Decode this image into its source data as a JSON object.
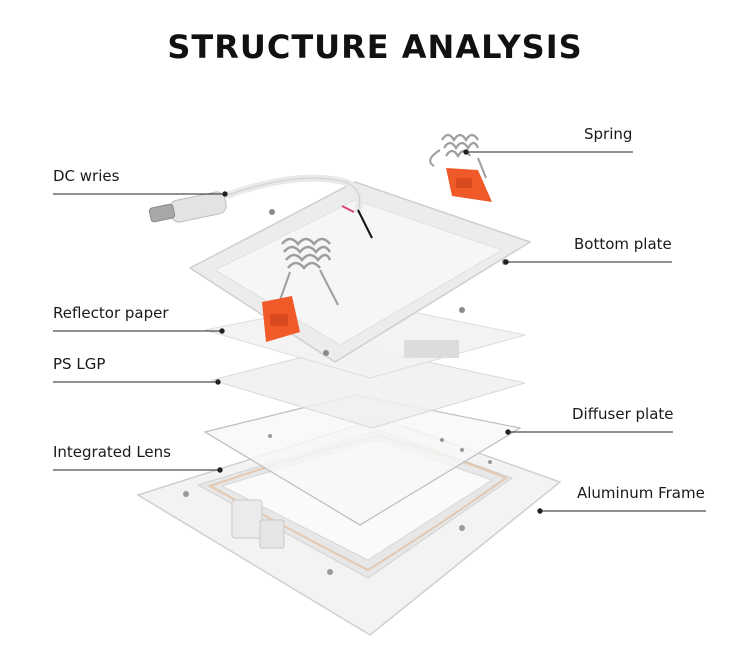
{
  "title": "STRUCTURE ANALYSIS",
  "labels": {
    "spring": "Spring",
    "dc_wires": "DC wries",
    "bottom_plate": "Bottom plate",
    "reflector_paper": "Reflector paper",
    "ps_lgp": "PS LGP",
    "diffuser_plate": "Diffuser plate",
    "integrated_lens": "Integrated Lens",
    "aluminum_frame": "Aluminum Frame"
  },
  "colors": {
    "clip": "#f05a28",
    "plate": "#eeeeee",
    "frame": "#f4f4f4",
    "leader": "#222222"
  }
}
